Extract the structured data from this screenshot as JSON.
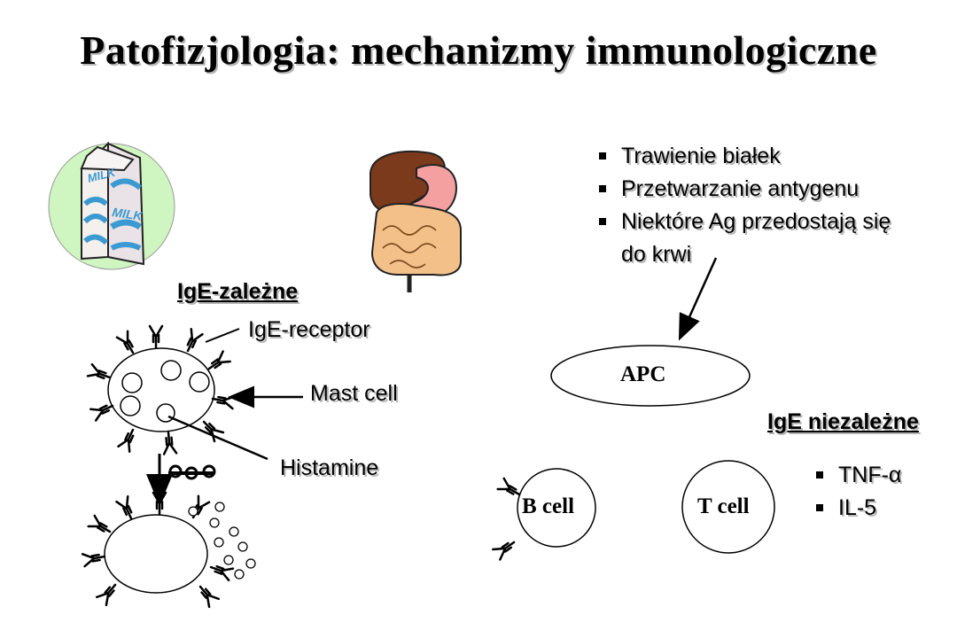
{
  "title": "Patofizjologia: mechanizmy immunologiczne",
  "milk_carton": {
    "label_top": "MILK",
    "label_side": "MILK"
  },
  "digestion_bullets": [
    "Trawienie białek",
    "Przetwarzanie antygenu",
    "Niektóre Ag przedostają się",
    "do krwi"
  ],
  "ige_dependent": {
    "heading": "IgE-zależne",
    "receptor_label": "IgE-receptor",
    "mast_cell_label": "Mast cell",
    "histamine_label": "Histamine"
  },
  "apc_label": "APC",
  "ige_independent": {
    "heading": "IgE niezależne",
    "b_cell_label": "B cell",
    "t_cell_label": "T cell",
    "cytokines": [
      "TNF-α",
      "IL-5"
    ]
  },
  "colors": {
    "milk_circle": "#cff5c0",
    "milk_wave": "#3b9ad1",
    "liver": "#7b3a1c",
    "intestine": "#f3c08a",
    "stomach": "#f4a0a0"
  }
}
